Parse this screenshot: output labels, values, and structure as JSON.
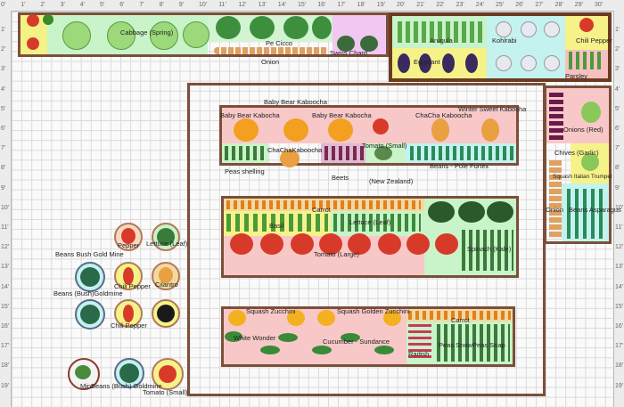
{
  "ruler": {
    "top": [
      "0'",
      "1'",
      "2'",
      "3'",
      "4'",
      "5'",
      "6'",
      "7'",
      "8'",
      "9'",
      "10'",
      "11'",
      "12'",
      "13'",
      "14'",
      "15'",
      "16'",
      "17'",
      "18'",
      "19'",
      "20'",
      "21'",
      "22'",
      "23'",
      "24'",
      "25'",
      "26'",
      "27'",
      "28'",
      "29'",
      "30'"
    ],
    "left": [
      "1'",
      "2'",
      "3'",
      "4'",
      "5'",
      "6'",
      "7'",
      "8'",
      "9'",
      "10'",
      "11'",
      "12'",
      "13'",
      "14'",
      "15'",
      "16'",
      "17'",
      "18'",
      "19'"
    ],
    "right": [
      "1'",
      "2'",
      "3'",
      "4'",
      "5'",
      "6'",
      "7'",
      "8'",
      "9'",
      "10'",
      "11'",
      "12'",
      "13'",
      "14'",
      "15'",
      "16'",
      "17'",
      "18'",
      "19'"
    ]
  },
  "beds": {
    "top_strip": [
      "Cabbage (Spring)",
      "Pe Cicco",
      "Onion",
      "Swiss Chard"
    ],
    "top_right": [
      "Arugula",
      "Eggplant",
      "Kohlrabi",
      "Chili Pepper",
      "Parsley"
    ],
    "bed_a": [
      "Baby Bear Kaboocha",
      "Baby Bear Kabocha",
      "Baby Bear Kabocha",
      "ChaCha Kaboocha",
      "Winter Sweet Kabocha",
      "ChaChaKaboocha",
      "Tomato (Small)",
      "Peas shelling",
      "Beets",
      "(New Zealand)",
      "Beans - Pole Fortex"
    ],
    "right_column": [
      "Onions (Red)",
      "Chives (Garlic)",
      "Squash Italian Trumpet",
      "Onion",
      "Beans Asparagus"
    ],
    "bed_b": [
      "Carrot",
      "Basil",
      "Lettuce (Leaf)",
      "Tomato (Large)",
      "Spinach (Kale)"
    ],
    "bed_c": [
      "Squash Zucchini",
      "Squash Golden Zucchini",
      "Carrot",
      "White Wonder",
      "Cucumber - Sundance",
      "Radish",
      "Peas Snow",
      "Peas Snap"
    ],
    "pots": [
      "Pepper",
      "Lettuce (Leaf)",
      "Beans Bush Gold Mine",
      "Chili Pepper",
      "Cilantro",
      "Beans (Bush)Goldmine",
      "Chili Pepper",
      "Mint",
      "Beans (Bush) Goldmine",
      "Tomato (Small)"
    ]
  }
}
